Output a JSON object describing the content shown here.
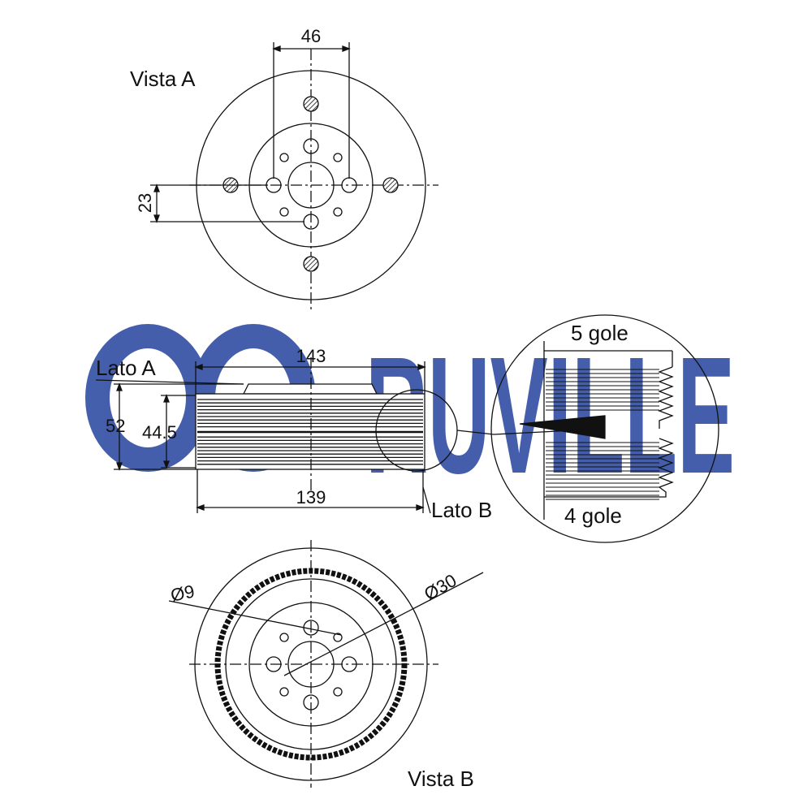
{
  "watermark": {
    "text": "RUVILLE",
    "color": "#3a56a8"
  },
  "view_a": {
    "title": "Vista A",
    "dim_horizontal": "46",
    "dim_vertical": "23"
  },
  "side_view": {
    "lato_a": "Lato A",
    "lato_b": "Lato B",
    "dim_overall_width": "143",
    "dim_belt_width": "139",
    "dim_overall_height": "52",
    "dim_belt_height": "44.5"
  },
  "detail": {
    "top_label": "5 gole",
    "bottom_label": "4 gole"
  },
  "view_b": {
    "title": "Vista B",
    "dim_hole": "Ø9",
    "dim_circle": "Ø30"
  },
  "colors": {
    "line": "#111111",
    "watermark": "#3a56a8"
  }
}
